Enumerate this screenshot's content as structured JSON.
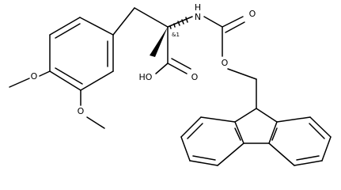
{
  "atom_labels": {
    "nh": "H",
    "nn": "N",
    "oh": "HO",
    "o_acid": "O",
    "o_carbonyl": "O",
    "o_ester": "O",
    "o_methoxy_top": "O",
    "o_methoxy_bottom": "O"
  },
  "stereo_label": "&1",
  "colors": {
    "stroke": "#000000",
    "background": "#ffffff"
  }
}
